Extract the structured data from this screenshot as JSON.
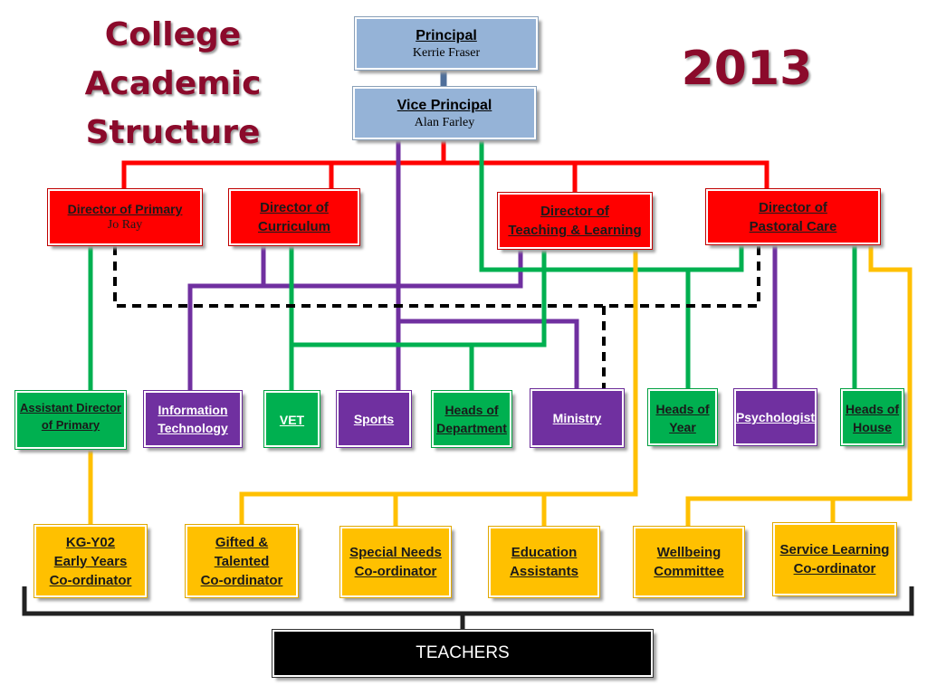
{
  "title": {
    "line1": "College",
    "line2": "Academic",
    "line3": "Structure",
    "year": "2013"
  },
  "leadership": {
    "principal": {
      "role": "Principal",
      "name": "Kerrie Fraser"
    },
    "vice_principal": {
      "role": "Vice Principal",
      "name": "Alan Farley"
    }
  },
  "directors": {
    "primary": {
      "role": "Director of Primary",
      "name": "Jo Ray"
    },
    "curriculum": {
      "line1": "Director of ",
      "line2": "Curriculum"
    },
    "teaching": {
      "line1": "Director of",
      "line2": "Teaching & Learning"
    },
    "pastoral": {
      "line1": "Director of ",
      "line2": "Pastoral Care"
    }
  },
  "middle": {
    "assistant_director": {
      "line1": "Assistant Director",
      "line2": "of Primary"
    },
    "information_technology": {
      "line1": "Information ",
      "line2": "Technology"
    },
    "vet": "VET",
    "sports": "Sports",
    "heads_of_department": {
      "line1": "Heads of ",
      "line2": "Department"
    },
    "ministry": "Ministry",
    "heads_of_year": {
      "line1": "Heads of ",
      "line2": "Year"
    },
    "psychologist": "Psychologist",
    "heads_of_house": {
      "line1": "Heads of ",
      "line2": "House"
    }
  },
  "coordinators": {
    "kg_y02": {
      "line1": "KG-Y02",
      "line2": "Early Years",
      "line3": "Co-ordinator"
    },
    "gifted": {
      "line1": "Gifted & ",
      "line2": "Talented",
      "line3": "Co-ordinator"
    },
    "special_needs": {
      "line1": "Special Needs",
      "line2": "Co-ordinator"
    },
    "education_assistants": {
      "line1": "Education",
      "line2": "Assistants"
    },
    "wellbeing": {
      "line1": "Wellbeing",
      "line2": "Committee"
    },
    "service_learning": {
      "line1": "Service Learning",
      "line2": "Co-ordinator"
    }
  },
  "teachers": "TEACHERS",
  "colors": {
    "title": "#8b0a2b",
    "leadership": "#95b3d7",
    "director": "#ff0000",
    "green": "#00b050",
    "purple": "#7030a0",
    "yellow": "#ffc000",
    "dashed": "#000000",
    "teachers": "#000000"
  }
}
